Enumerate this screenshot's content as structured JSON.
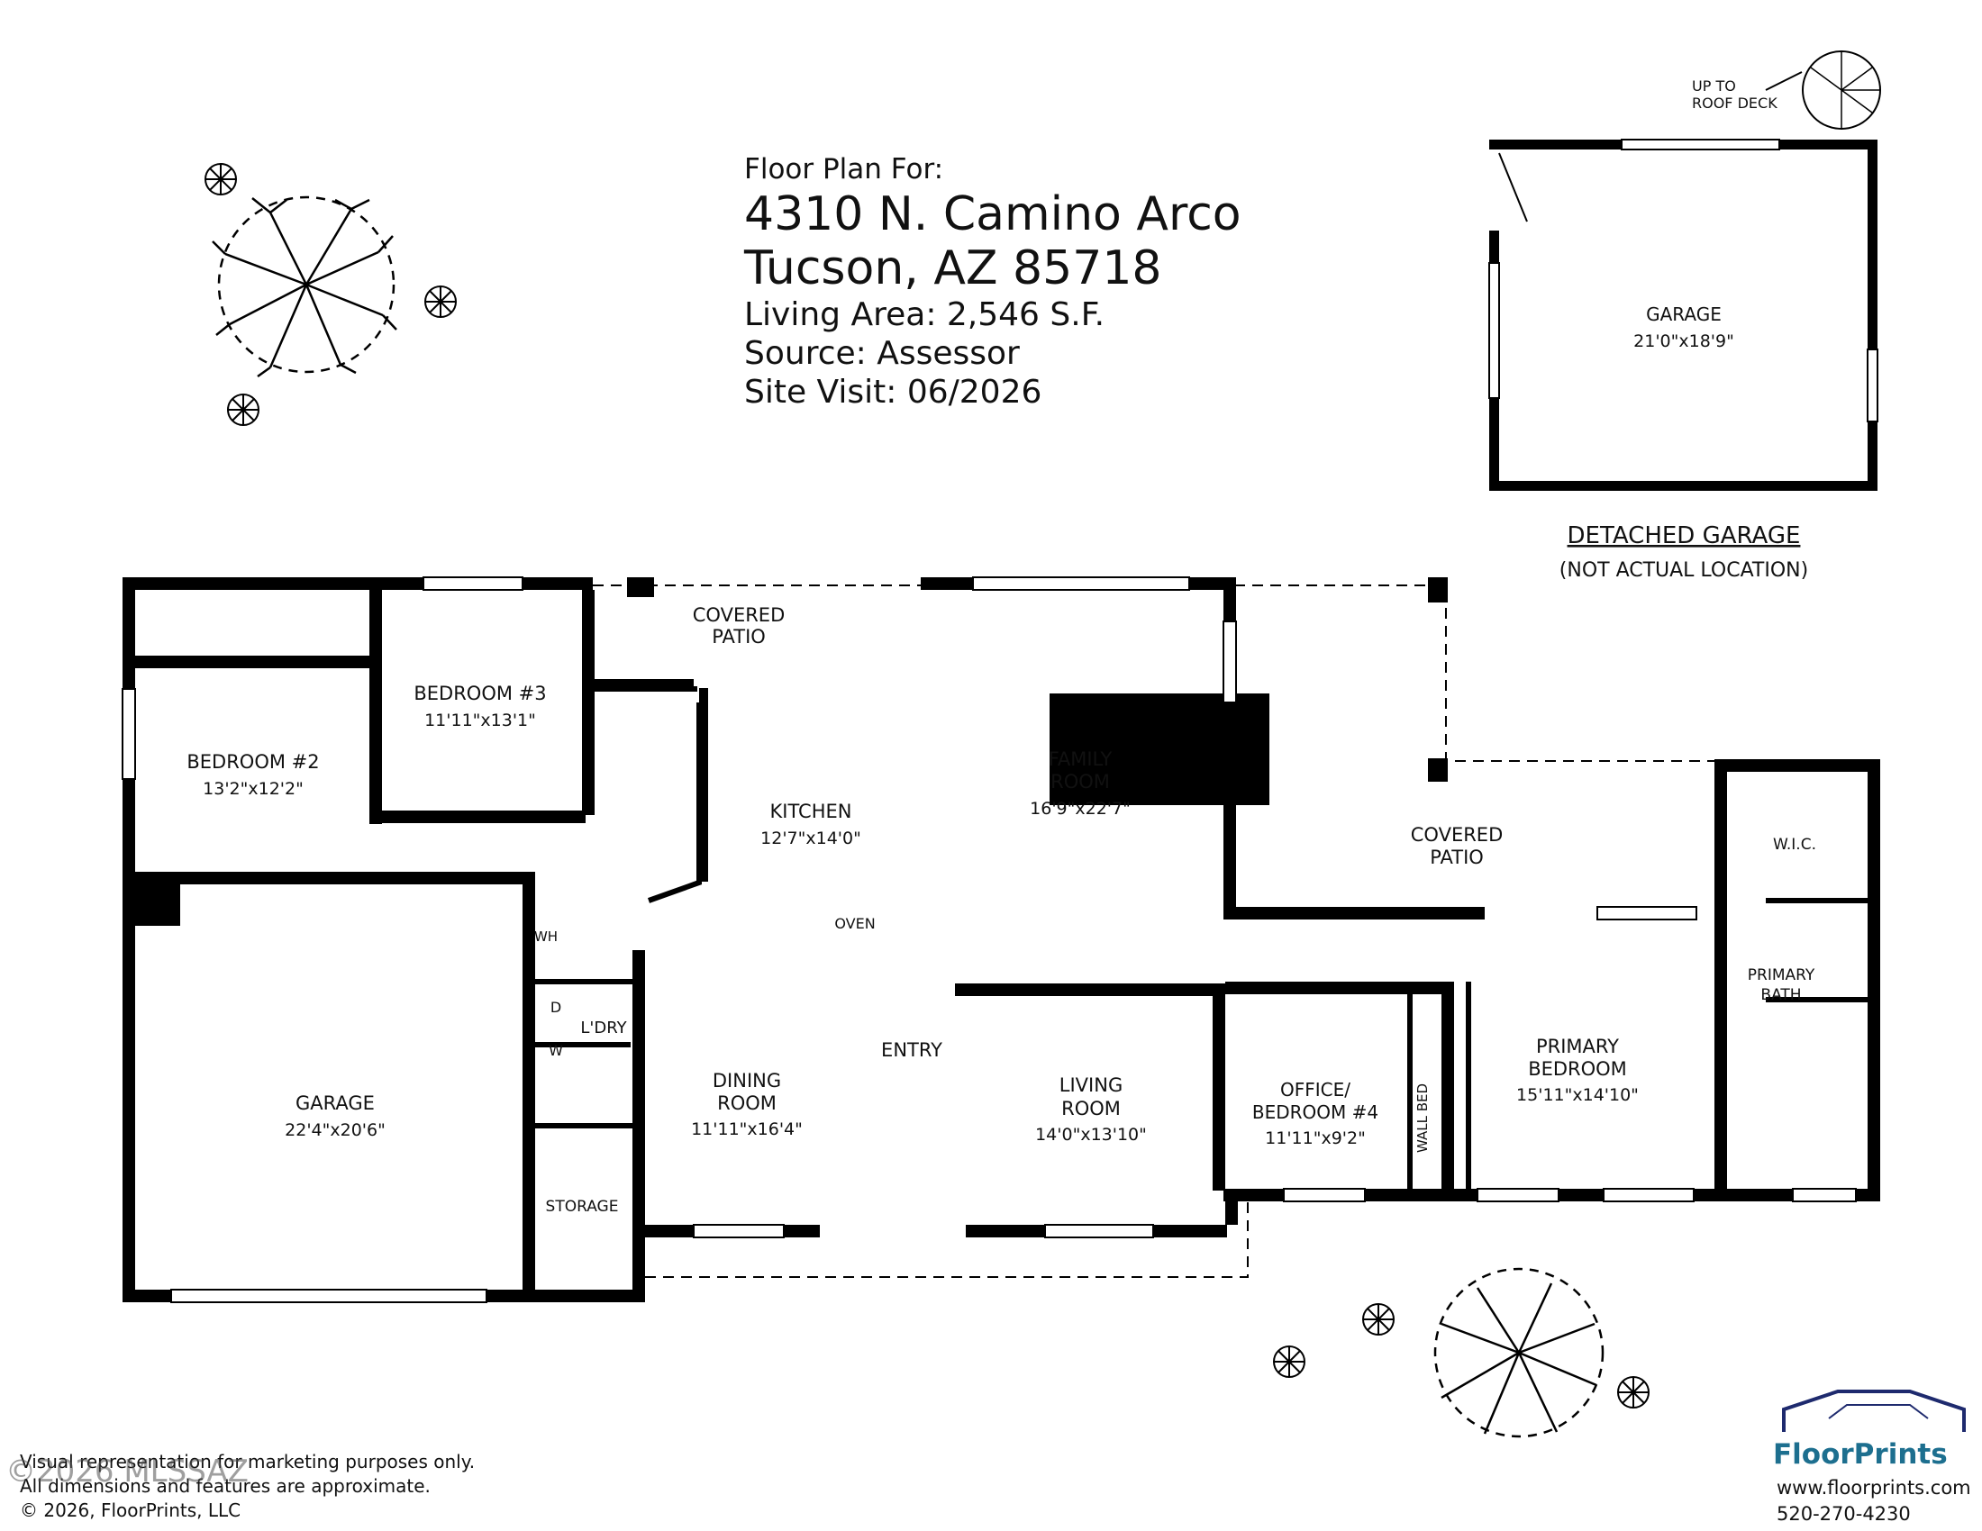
{
  "header": {
    "line1": "Floor Plan For:",
    "line2": "4310 N. Camino Arco",
    "line3": "Tucson, AZ  85718",
    "line4": "Living Area:  2,546 S.F.",
    "line5": "Source:  Assessor",
    "line6": "Site Visit:  06/2026"
  },
  "rooms": {
    "bedroom2": {
      "name": "BEDROOM #2",
      "dims": "13'2\"x12'2\""
    },
    "bedroom3": {
      "name": "BEDROOM #3",
      "dims": "11'11\"x13'1\""
    },
    "covered_patio_top": {
      "name1": "COVERED",
      "name2": "PATIO"
    },
    "kitchen": {
      "name": "KITCHEN",
      "dims": "12'7\"x14'0\""
    },
    "family": {
      "name1": "FAMILY",
      "name2": "ROOM",
      "dims": "16'9\"x22'7\""
    },
    "covered_patio_right": {
      "name1": "COVERED",
      "name2": "PATIO"
    },
    "wic": {
      "name": "W.I.C."
    },
    "primary_bath": {
      "name1": "PRIMARY",
      "name2": "BATH"
    },
    "primary_bedroom": {
      "name1": "PRIMARY",
      "name2": "BEDROOM",
      "dims": "15'11\"x14'10\""
    },
    "garage": {
      "name": "GARAGE",
      "dims": "22'4\"x20'6\""
    },
    "laundry": {
      "name": "L'DRY",
      "dryer": "D",
      "washer": "W",
      "water_heater": "WH"
    },
    "storage": {
      "name": "STORAGE"
    },
    "oven": {
      "name": "OVEN"
    },
    "dining": {
      "name1": "DINING",
      "name2": "ROOM",
      "dims": "11'11\"x16'4\""
    },
    "entry": {
      "name": "ENTRY"
    },
    "living": {
      "name1": "LIVING",
      "name2": "ROOM",
      "dims": "14'0\"x13'10\""
    },
    "office": {
      "name1": "OFFICE/",
      "name2": "BEDROOM #4",
      "dims": "11'11\"x9'2\""
    },
    "wall_bed": {
      "name": "WALL BED"
    }
  },
  "detached": {
    "garage_name": "GARAGE",
    "garage_dims": "21'0\"x18'9\"",
    "label": "DETACHED GARAGE",
    "note": "(NOT ACTUAL LOCATION)",
    "stairs1": "UP TO",
    "stairs2": "ROOF DECK"
  },
  "footer": {
    "line1": "Visual representation for marketing purposes only.",
    "line2": "All dimensions and features are approximate.",
    "line3": "© 2026, FloorPrints, LLC",
    "overlay": "©2026 MLSSAZ"
  },
  "brand": {
    "name": "FloorPrints",
    "url": "www.floorprints.com",
    "phone": "520-270-4230"
  }
}
